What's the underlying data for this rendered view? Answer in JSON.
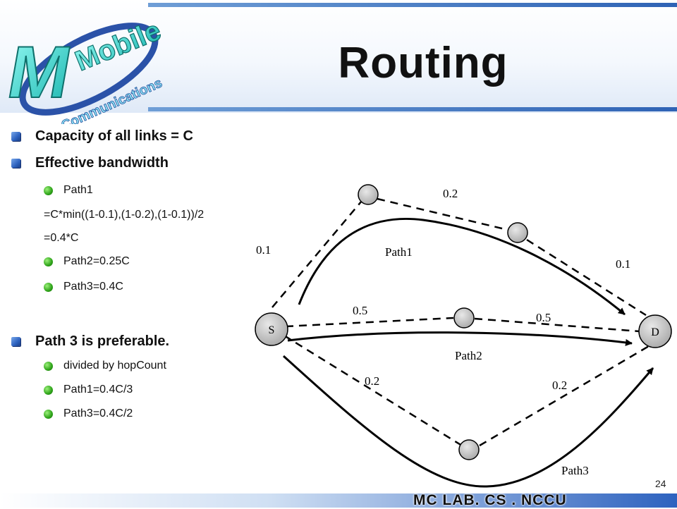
{
  "logo": {
    "word": "Mobile",
    "sub": "Communications"
  },
  "title": "Routing",
  "bullets": {
    "capacity": "Capacity of all links = C",
    "effective": "Effective bandwidth",
    "path1": "Path1",
    "path1_formula": "=C*min((1-0.1),(1-0.2),(1-0.1))/2",
    "path1_result": "=0.4*C",
    "path2": "Path2=0.25C",
    "path3": "Path3=0.4C",
    "preferable": "Path 3 is preferable.",
    "divided": "divided by hopCount",
    "path1_hop": "Path1=0.4C/3",
    "path3_hop": "Path3=0.4C/2"
  },
  "diagram": {
    "source": "S",
    "dest": "D",
    "paths": [
      "Path1",
      "Path2",
      "Path3"
    ],
    "weights": {
      "s_top": "0.1",
      "top_mid": "0.2",
      "mid_d": "0.1",
      "s_center": "0.5",
      "center_d": "0.5",
      "s_bottom": "0.2",
      "bottom_d": "0.2"
    }
  },
  "footer": {
    "lab": "MC LAB. CS . NCCU",
    "page": "24"
  },
  "colors": {
    "accent": "#2d62bf",
    "bullet_green": "#2ea319",
    "node": "#bfbfbf"
  }
}
